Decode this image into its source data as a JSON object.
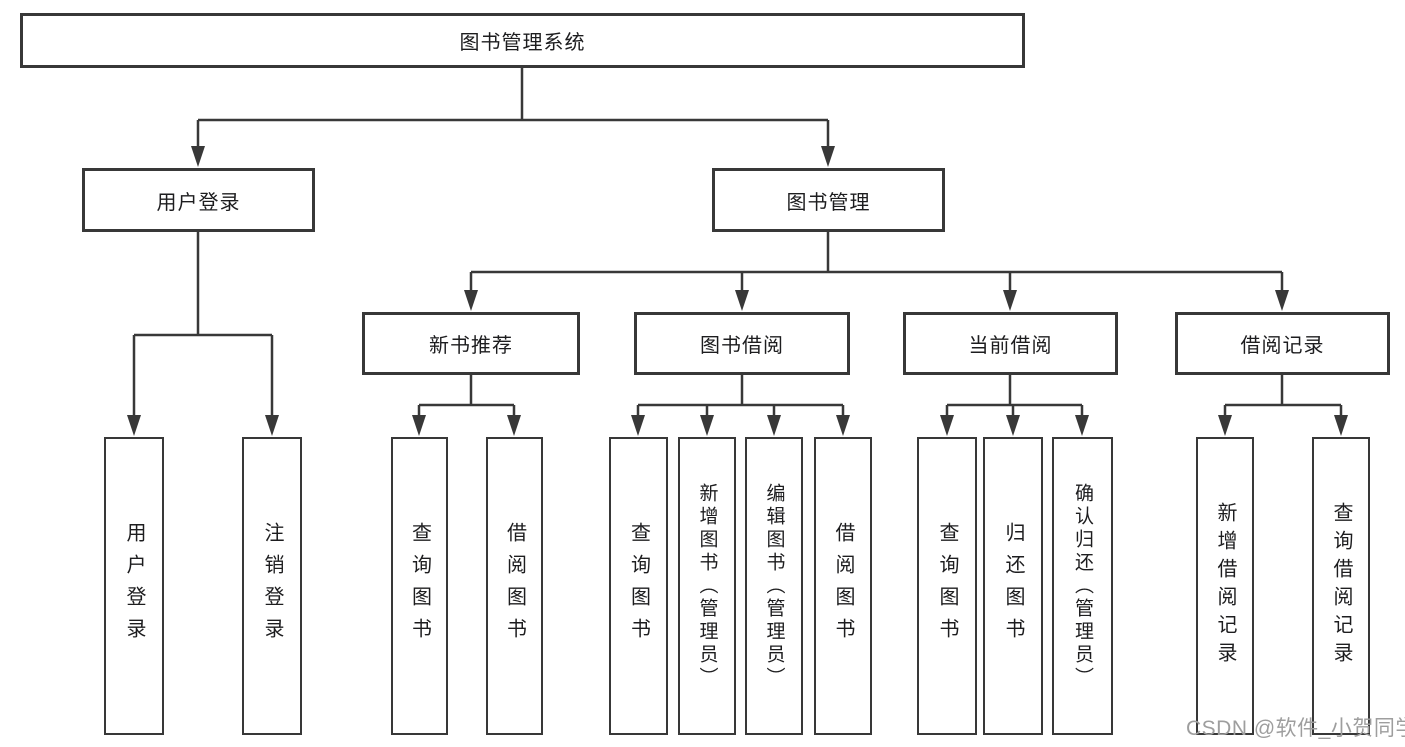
{
  "diagram": {
    "root": "图书管理系统",
    "level2": {
      "user_login": "用户登录",
      "book_mgmt": "图书管理"
    },
    "level3": {
      "new_book": "新书推荐",
      "book_borrow": "图书借阅",
      "current_borrow": "当前借阅",
      "borrow_record": "借阅记录"
    },
    "leaves": {
      "user_login": [
        "用户登录",
        "注销登录"
      ],
      "new_book": [
        "查询图书",
        "借阅图书"
      ],
      "book_borrow": [
        "查询图书",
        "新增图书（管理员）",
        "编辑图书（管理员）",
        "借阅图书"
      ],
      "current_borrow": [
        "查询图书",
        "归还图书",
        "确认归还（管理员）"
      ],
      "borrow_record": [
        "新增借阅记录",
        "查询借阅记录"
      ]
    },
    "watermark": "CSDN @软件_小贺同学",
    "colors": {
      "line": "#383838",
      "text": "#1d1d1f",
      "watermark": "#9e9e9e",
      "background": "#ffffff"
    }
  }
}
